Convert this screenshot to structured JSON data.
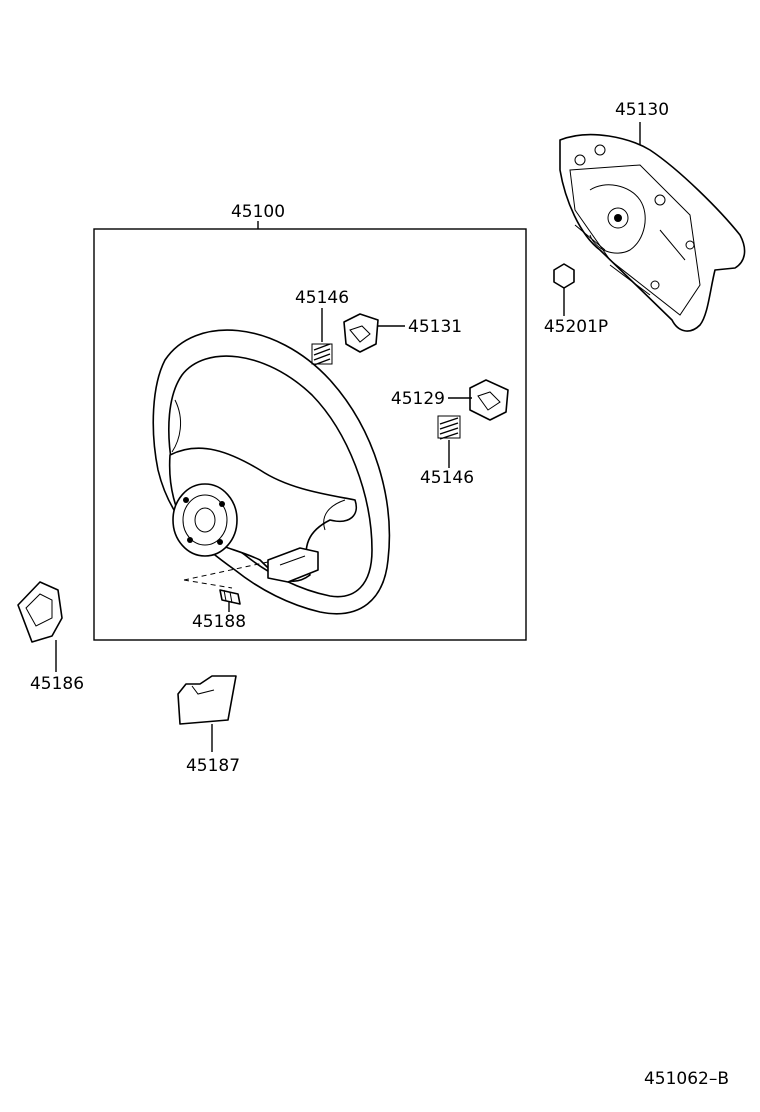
{
  "diagram": {
    "callouts": {
      "assembly": "45100",
      "airbag": "45130",
      "nut": "45201P",
      "spring_top": "45146",
      "spring_right": "45146",
      "cover_131": "45131",
      "cover_129": "45129",
      "bolt": "45188",
      "cover_186": "45186",
      "cover_187": "45187"
    },
    "figure_code": "451062–B"
  }
}
